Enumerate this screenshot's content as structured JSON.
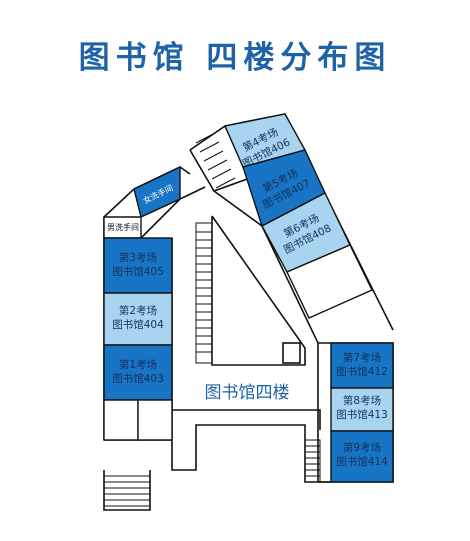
{
  "title": "图书馆 四楼分布图",
  "floor_label": "图书馆四楼",
  "colors": {
    "dark_blue": "#1874c4",
    "light_blue": "#a8d4f0",
    "title_blue": "#1e63a8",
    "outline": "#111111"
  },
  "rooms": {
    "r403": {
      "exam": "第1考场",
      "room": "图书馆403"
    },
    "r404": {
      "exam": "第2考场",
      "room": "图书馆404"
    },
    "r405": {
      "exam": "第3考场",
      "room": "图书馆405"
    },
    "r406": {
      "exam": "第4考场",
      "room": "图书馆406"
    },
    "r407": {
      "exam": "第5考场",
      "room": "图书馆407"
    },
    "r408": {
      "exam": "第6考场",
      "room": "图书馆408"
    },
    "r412": {
      "exam": "第7考场",
      "room": "图书馆412"
    },
    "r413": {
      "exam": "第8考场",
      "room": "图书馆413"
    },
    "r414": {
      "exam": "第9考场",
      "room": "图书馆414"
    }
  },
  "restrooms": {
    "male": "男洗手间",
    "female": "女洗手间"
  }
}
